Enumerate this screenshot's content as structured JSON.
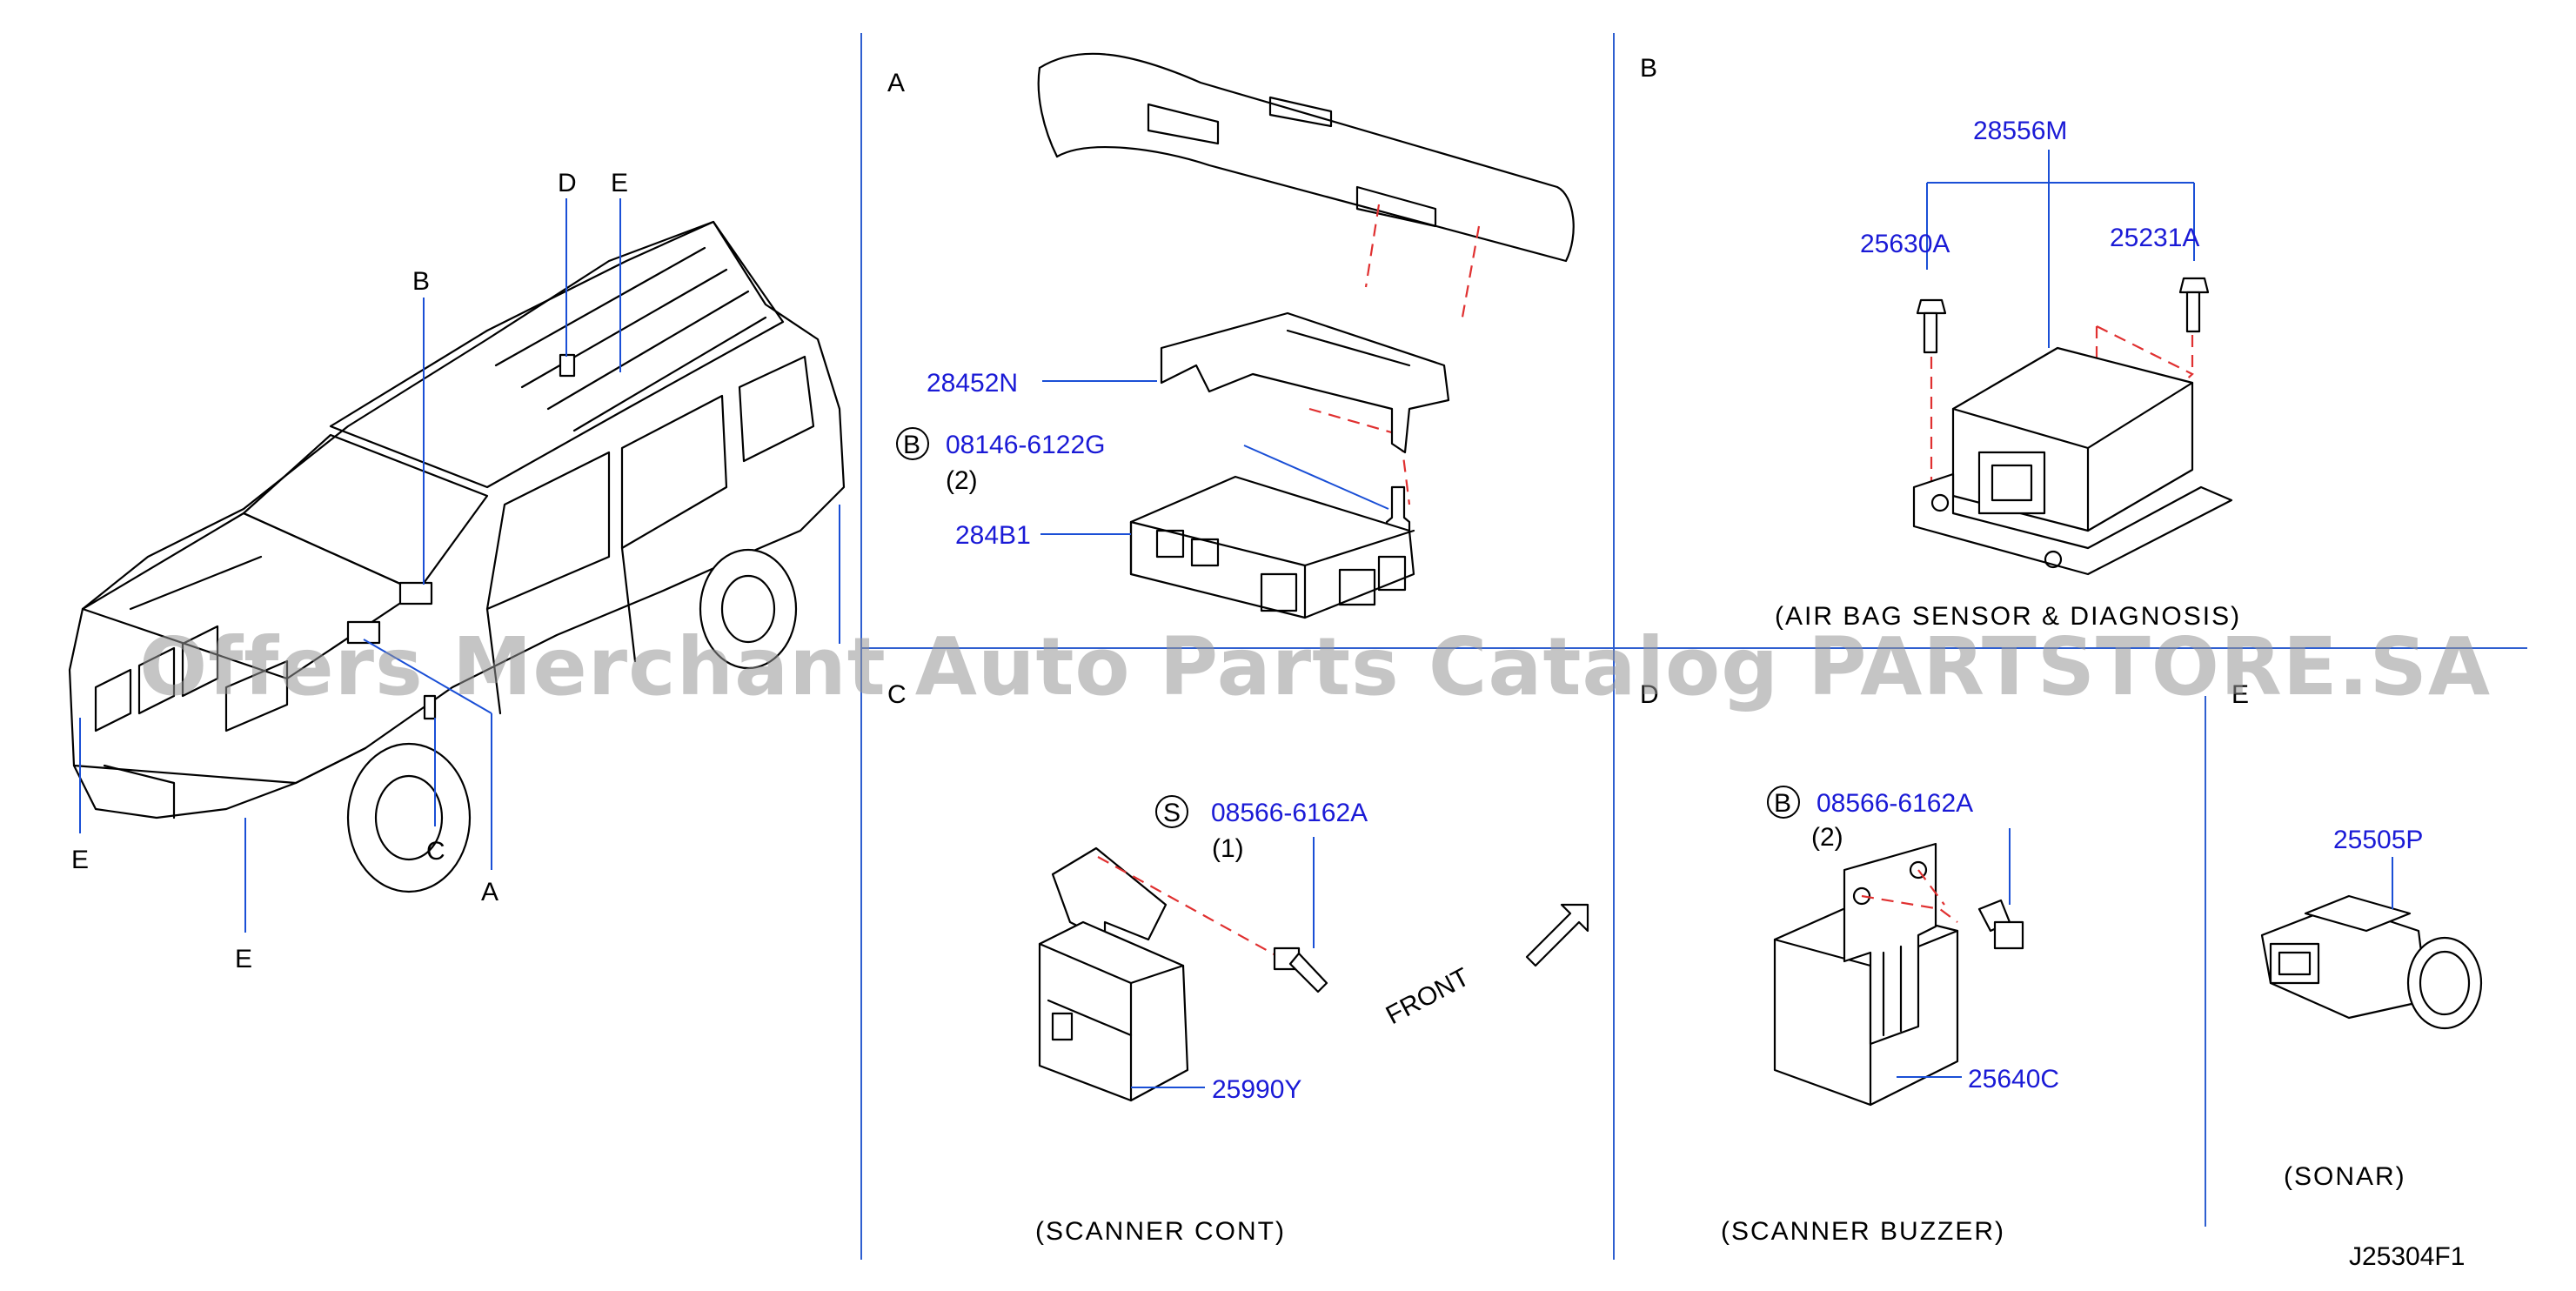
{
  "diagram_code": "J25304F1",
  "watermark": "Offers Merchant Auto Parts Catalog PARTSTORE.SA",
  "vehicle_callouts": [
    "A",
    "B",
    "C",
    "D",
    "E"
  ],
  "sections": {
    "A": {
      "label": "A",
      "parts": {
        "bracket": "28452N",
        "bolt_ref": "B",
        "bolt": "08146-6122G",
        "bolt_qty": "(2)",
        "unit": "284B1"
      }
    },
    "B": {
      "label": "B",
      "caption": "(AIR  BAG  SENSOR  &  DIAGNOSIS)",
      "parts": {
        "sensor": "28556M",
        "bolt_left": "25630A",
        "bolt_right": "25231A"
      }
    },
    "C": {
      "label": "C",
      "caption": "(SCANNER   CONT)",
      "parts": {
        "screw_ref": "S",
        "screw": "08566-6162A",
        "screw_qty": "(1)",
        "unit": "25990Y"
      },
      "front_label": "FRONT"
    },
    "D": {
      "label": "D",
      "caption": "(SCANNER   BUZZER)",
      "parts": {
        "bolt_ref": "B",
        "bolt": "08566-6162A",
        "bolt_qty": "(2)",
        "unit": "25640C"
      }
    },
    "E": {
      "label": "E",
      "caption": "(SONAR)",
      "parts": {
        "sensor": "25505P"
      }
    }
  },
  "colors": {
    "part_number": "#1a1ad6",
    "leader": "#1a4fd6",
    "divider": "#2f5fd0",
    "dashed_guide": "#e03030",
    "watermark": "#969696"
  }
}
